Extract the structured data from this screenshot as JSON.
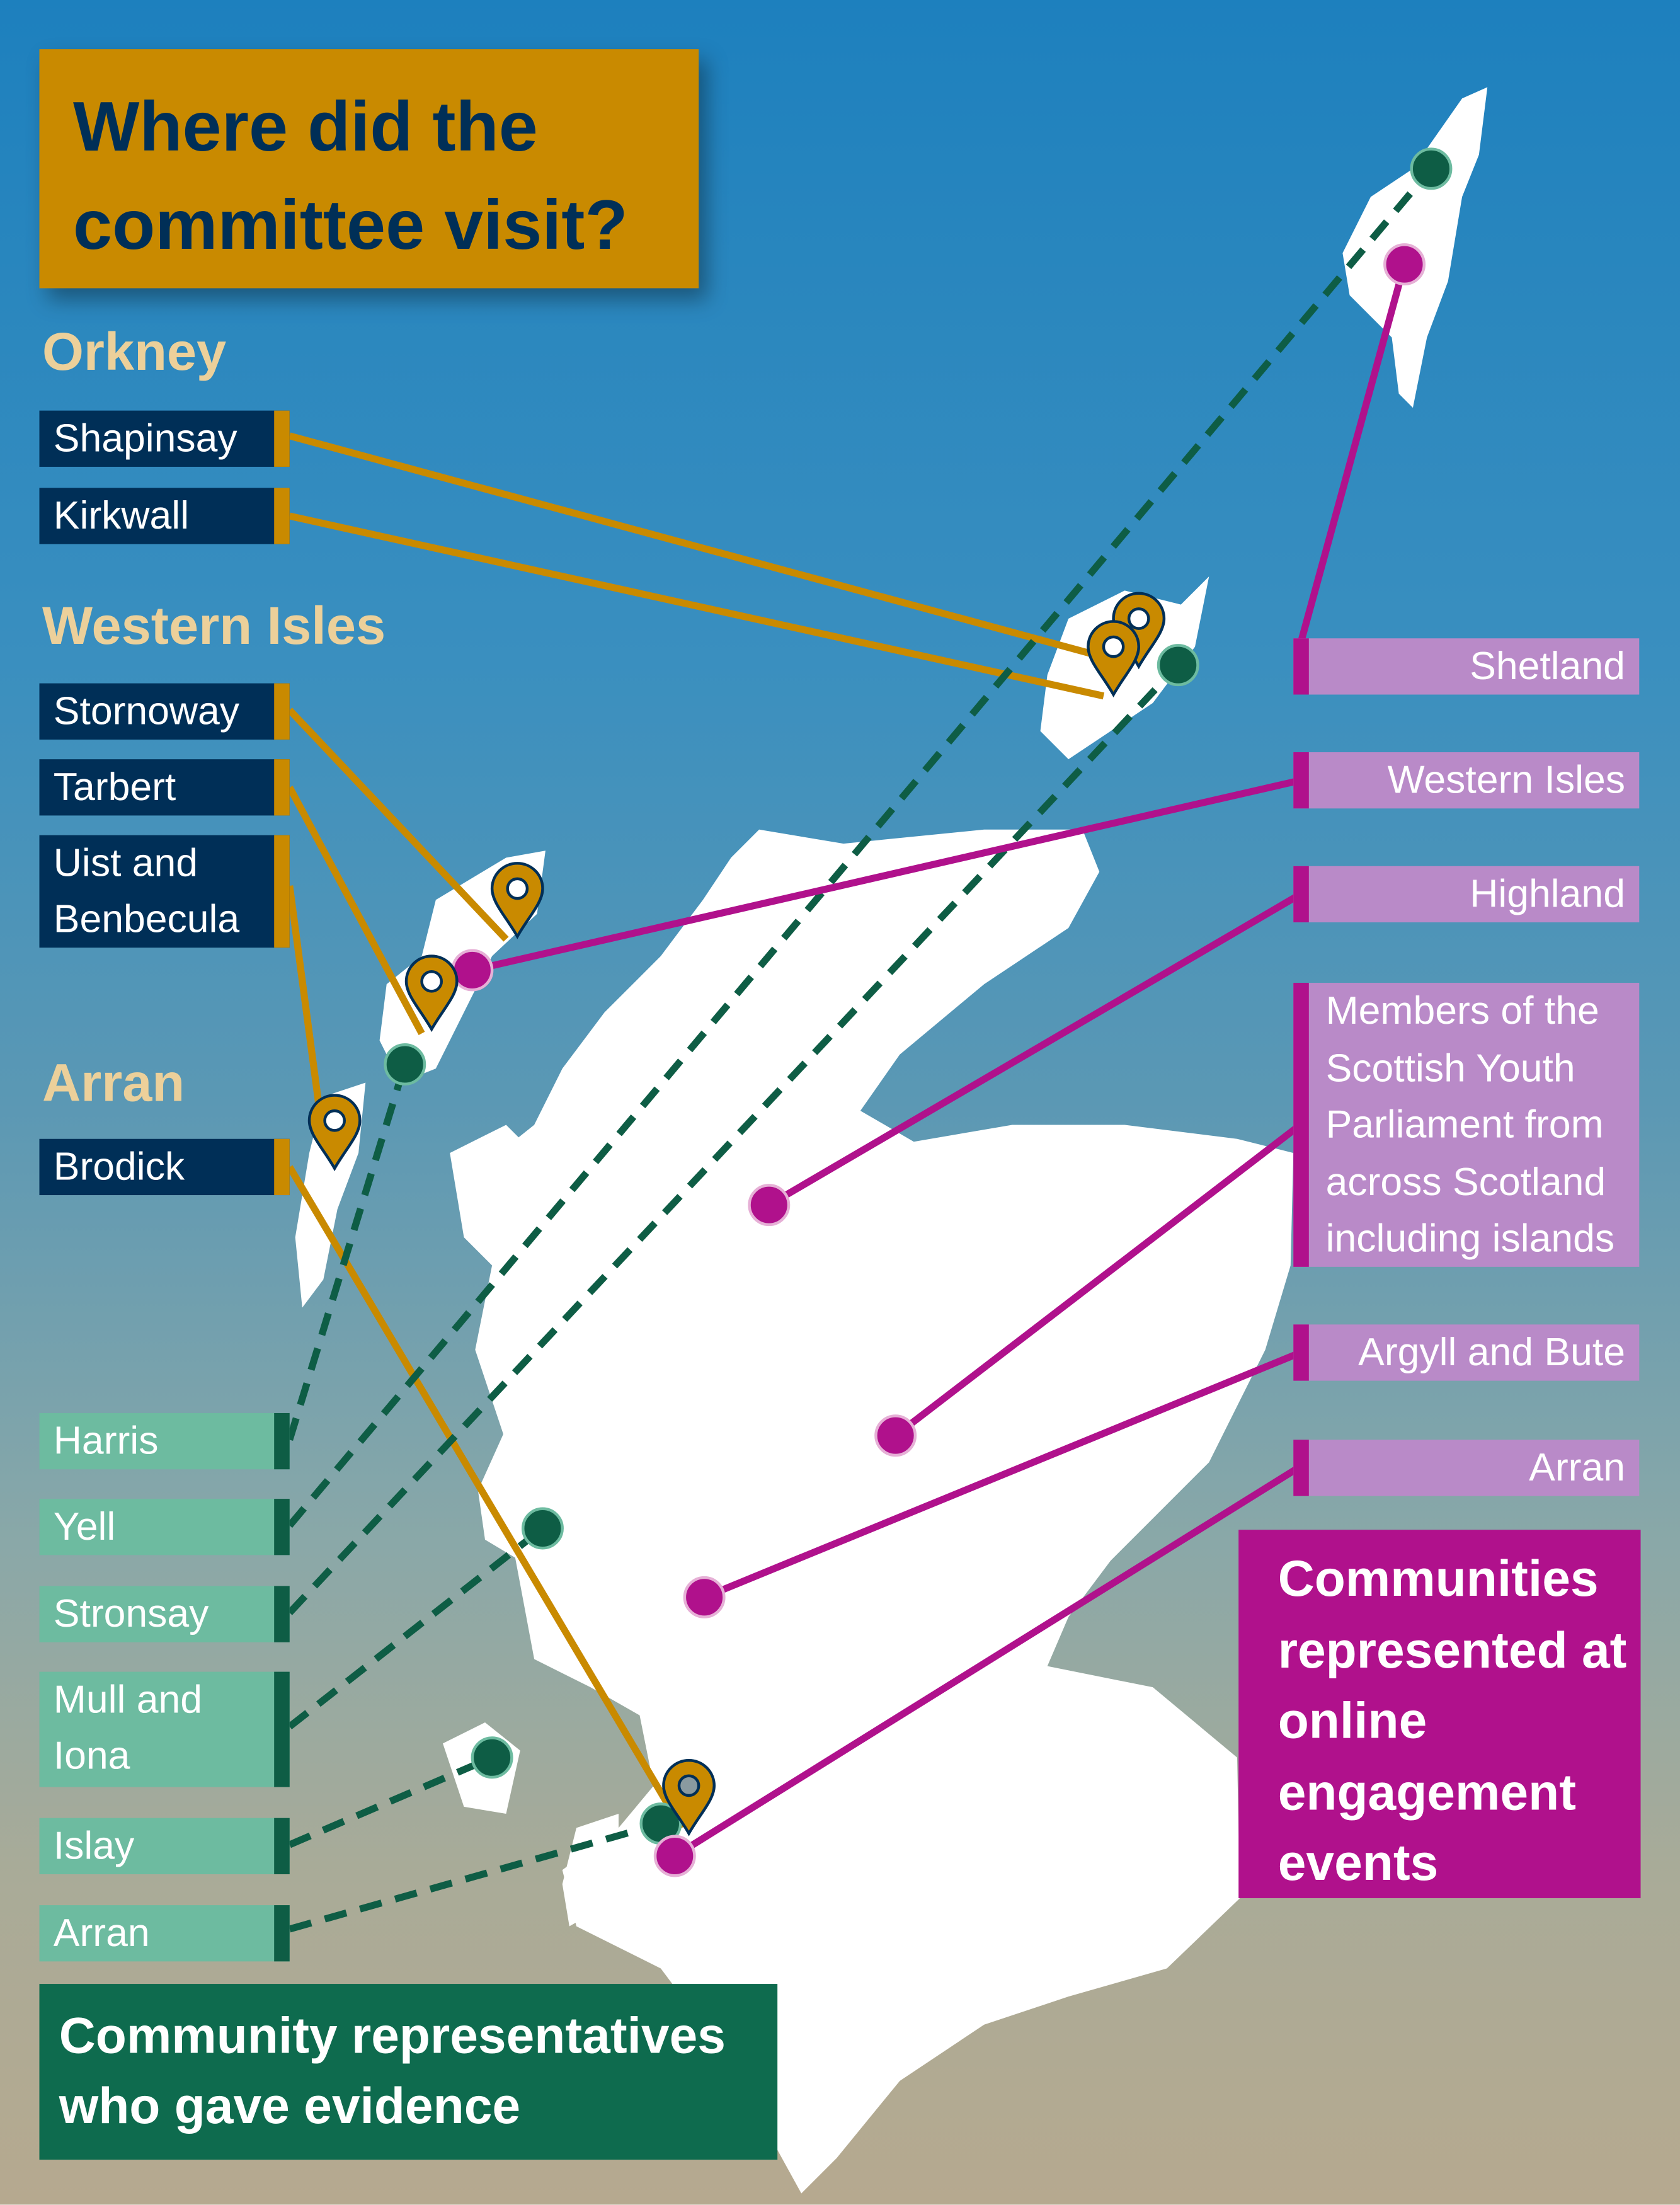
{
  "title": "Where did the committee visit?",
  "visit_groups": [
    {
      "region": "Orkney",
      "places": [
        "Shapinsay",
        "Kirkwall"
      ]
    },
    {
      "region": "Western Isles",
      "places": [
        "Stornoway",
        "Tarbert",
        "Uist and Benbecula"
      ]
    },
    {
      "region": "Arran",
      "places": [
        "Brodick"
      ]
    }
  ],
  "evidence": {
    "heading": "Community representatives who gave evidence",
    "places": [
      "Harris",
      "Yell",
      "Stronsay",
      "Mull and Iona",
      "Islay",
      "Arran"
    ]
  },
  "online": {
    "heading": "Communities represented at online engagement events",
    "places": [
      "Shetland",
      "Western Isles",
      "Highland",
      "Members of the Scottish Youth Parliament from across Scotland including islands",
      "Argyll and Bute",
      "Arran"
    ]
  },
  "colors": {
    "visit": "#c98a00",
    "evidence": "#0e5d45",
    "online": "#b0118c",
    "navy": "#002f57"
  }
}
